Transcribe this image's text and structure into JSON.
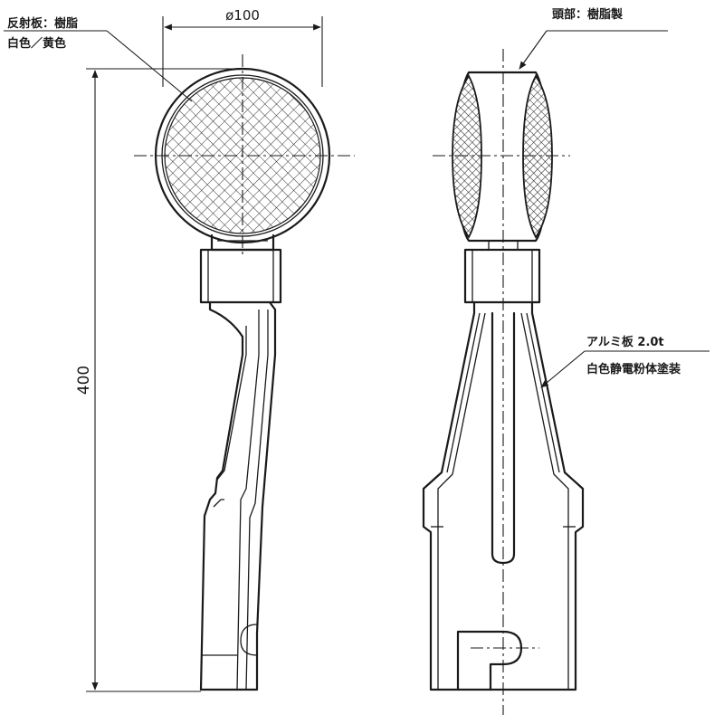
{
  "labels": {
    "reflector_material": "反射板：樹脂",
    "reflector_color": "白色／黄色",
    "head_material": "頭部：樹脂製",
    "plate_spec": "アルミ板 2.0t",
    "plate_finish": "白色静電粉体塗装"
  },
  "dimensions": {
    "diameter": "ø100",
    "height": "400"
  }
}
